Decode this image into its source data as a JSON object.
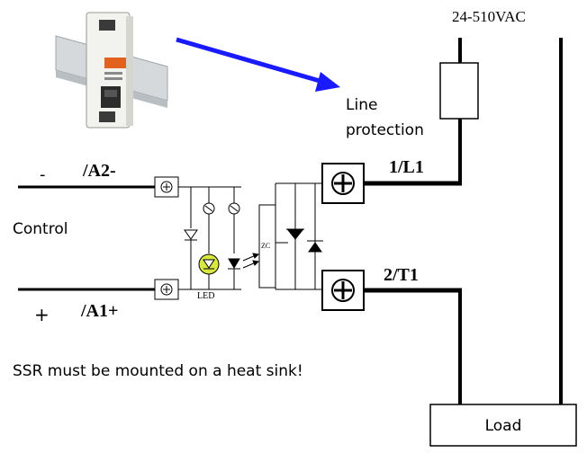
{
  "supply_label": "24-510VAC",
  "line_protection": [
    "Line",
    "protection"
  ],
  "control_label": "Control",
  "minus_sign": "-",
  "plus_sign": "+",
  "terminal_a2": "/A2-",
  "terminal_a1": "/A1+",
  "terminal_l1": "1/L1",
  "terminal_t1": "2/T1",
  "led_label": "LED",
  "zc_label": "ZC",
  "note": "SSR must be mounted on a heat sink!",
  "load_label": "Load",
  "colors": {
    "arrow": "#1a1aff",
    "led_fill": "#d8e840",
    "line": "#000000"
  },
  "icons": [
    "circuit-breaker-icon",
    "fuse-icon",
    "terminal-screw-icon",
    "diode-icon",
    "led-icon",
    "triac-icon"
  ]
}
